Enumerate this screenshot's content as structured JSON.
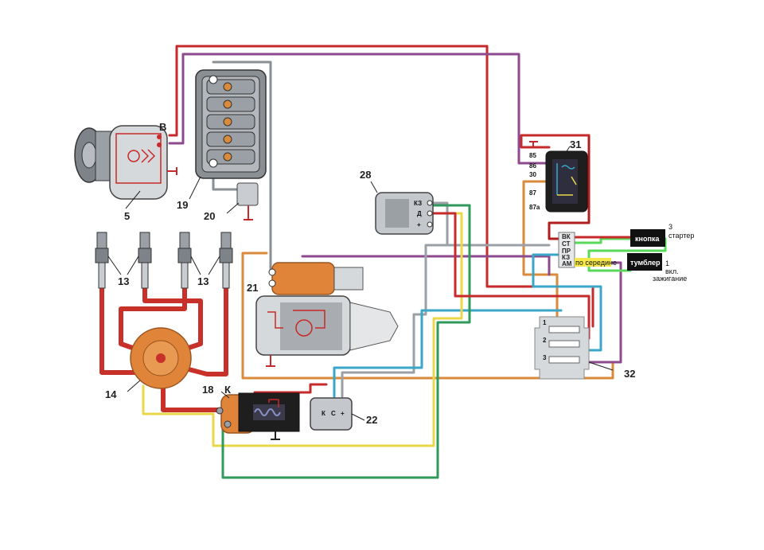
{
  "colors": {
    "red": "#c62a2a",
    "purple": "#8e4a8e",
    "grey": "#9aa0a6",
    "orange": "#d98a3a",
    "blue": "#3aa6c8",
    "yellow": "#e8d84a",
    "green": "#2f9a5a",
    "brightgreen": "#5ad85a",
    "darkred": "#b01e1e",
    "hv": "#c8302a"
  },
  "labels": {
    "alternator": "5",
    "fusebox": "19",
    "relay20": "20",
    "spark_plugs_left": "13",
    "spark_plugs_right": "13",
    "distributor": "14",
    "coil": "18",
    "coil_terminal": "К",
    "starter": "21",
    "regulator28": "28",
    "switch22": "22",
    "relay31": "31",
    "ignition_switch": "32",
    "alternator_terminal": "В"
  },
  "regulator28_pins": [
    "КЗ",
    "Д",
    "+"
  ],
  "switch22_pins": [
    "К",
    "С",
    "+"
  ],
  "relay31_pins": [
    "85",
    "86",
    "30",
    "87",
    "87a"
  ],
  "terminal_block": [
    "ВК",
    "СТ",
    "ПР",
    "КЗ",
    "АМ"
  ],
  "ignition_pins": [
    "1",
    "2",
    "3"
  ],
  "button_label": "кнопка",
  "toggle_label": "тумблер",
  "middle_note": "по середине",
  "button_number": "3",
  "button_caption": "стартер",
  "toggle_number": "1",
  "toggle_caption_line1": "вкл.",
  "toggle_caption_line2": "зажигание"
}
